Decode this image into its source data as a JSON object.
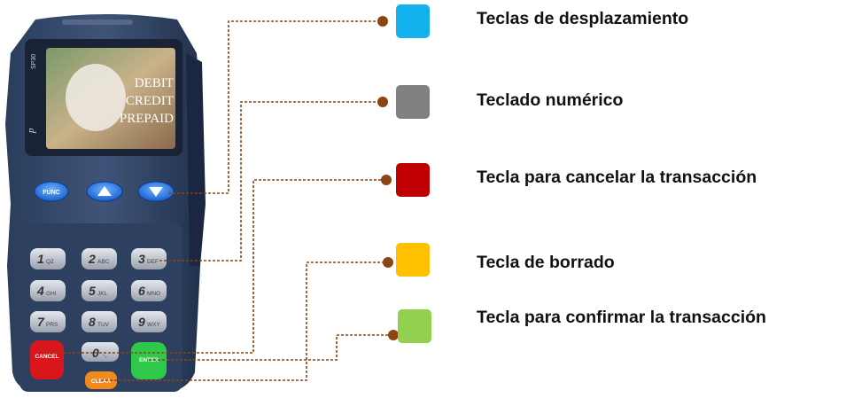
{
  "device": {
    "model_text": "SP30",
    "screen_lines": [
      "DEBIT",
      "CREDIT",
      "PREPAID"
    ],
    "nav_keys": [
      {
        "label": "FUNC",
        "icon": "func-key"
      },
      {
        "label": "",
        "icon": "arrow-up-icon"
      },
      {
        "label": "",
        "icon": "arrow-down-icon"
      }
    ],
    "keypad": [
      {
        "digit": "1",
        "letters": "QZ"
      },
      {
        "digit": "2",
        "letters": "ABC"
      },
      {
        "digit": "3",
        "letters": "DEF"
      },
      {
        "digit": "4",
        "letters": "GHI"
      },
      {
        "digit": "5",
        "letters": "JKL"
      },
      {
        "digit": "6",
        "letters": "MNO"
      },
      {
        "digit": "7",
        "letters": "PRS"
      },
      {
        "digit": "8",
        "letters": "TUV"
      },
      {
        "digit": "9",
        "letters": "WXY"
      }
    ],
    "zero_key": {
      "digit": "0",
      "letters": "-,."
    },
    "cancel_label": "CANCEL",
    "enter_label": "ENTER",
    "clear_label": "CLEAR"
  },
  "legend": [
    {
      "label": "Teclas de desplazamiento",
      "color": "#12b2ef"
    },
    {
      "label": "Teclado numérico",
      "color": "#808080"
    },
    {
      "label": "Tecla para cancelar la transacción",
      "color": "#c00000"
    },
    {
      "label": "Tecla de borrado",
      "color": "#ffc000"
    },
    {
      "label": "Tecla para confirmar la transacción",
      "color": "#92d050"
    }
  ],
  "connector_color": "#8b4513"
}
